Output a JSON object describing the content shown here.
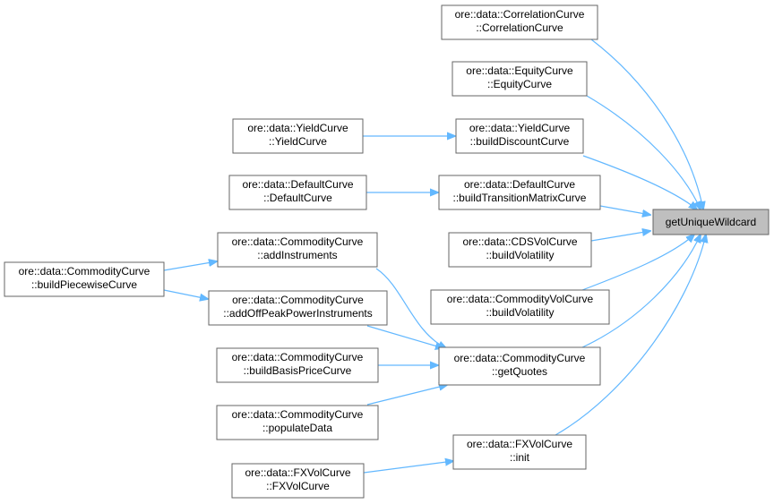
{
  "nodes": {
    "root": {
      "lines": [
        "getUniqueWildcard"
      ]
    },
    "correlation_curve": {
      "lines": [
        "ore::data::CorrelationCurve",
        "::CorrelationCurve"
      ]
    },
    "equity_curve": {
      "lines": [
        "ore::data::EquityCurve",
        "::EquityCurve"
      ]
    },
    "yield_build_discount": {
      "lines": [
        "ore::data::YieldCurve",
        "::buildDiscountCurve"
      ]
    },
    "yield_curve": {
      "lines": [
        "ore::data::YieldCurve",
        "::YieldCurve"
      ]
    },
    "default_build_transition": {
      "lines": [
        "ore::data::DefaultCurve",
        "::buildTransitionMatrixCurve"
      ]
    },
    "default_curve": {
      "lines": [
        "ore::data::DefaultCurve",
        "::DefaultCurve"
      ]
    },
    "commodity_add_instruments": {
      "lines": [
        "ore::data::CommodityCurve",
        "::addInstruments"
      ]
    },
    "commodity_build_piecewise": {
      "lines": [
        "ore::data::CommodityCurve",
        "::buildPiecewiseCurve"
      ]
    },
    "commodity_add_offpeak": {
      "lines": [
        "ore::data::CommodityCurve",
        "::addOffPeakPowerInstruments"
      ]
    },
    "cds_vol_build": {
      "lines": [
        "ore::data::CDSVolCurve",
        "::buildVolatility"
      ]
    },
    "commodity_vol_build": {
      "lines": [
        "ore::data::CommodityVolCurve",
        "::buildVolatility"
      ]
    },
    "commodity_get_quotes": {
      "lines": [
        "ore::data::CommodityCurve",
        "::getQuotes"
      ]
    },
    "commodity_build_basis": {
      "lines": [
        "ore::data::CommodityCurve",
        "::buildBasisPriceCurve"
      ]
    },
    "commodity_populate": {
      "lines": [
        "ore::data::CommodityCurve",
        "::populateData"
      ]
    },
    "fxvol_init": {
      "lines": [
        "ore::data::FXVolCurve",
        "::init"
      ]
    },
    "fxvol_curve": {
      "lines": [
        "ore::data::FXVolCurve",
        "::FXVolCurve"
      ]
    }
  },
  "colors": {
    "edge": "#63b8ff",
    "border": "#666666",
    "root_fill": "#bfbfbf"
  }
}
